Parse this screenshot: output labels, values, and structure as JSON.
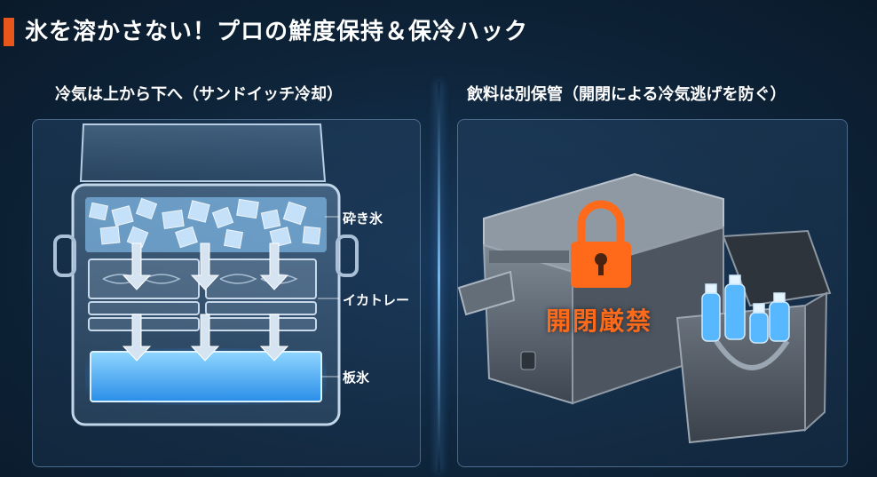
{
  "title": "氷を溶かさない！プロの鮮度保持＆保冷ハック",
  "left_panel": {
    "heading": "冷気は上から下へ（サンドイッチ冷却）",
    "labels": {
      "crushed_ice": "砕き氷",
      "squid_tray": "イカトレー",
      "block_ice": "板氷"
    }
  },
  "right_panel": {
    "heading": "飲料は別保管（開閉による冷気逃げを防ぐ）",
    "lock_label": "開閉厳禁"
  },
  "colors": {
    "accent": "#e8561c",
    "lock": "#ff6a1a",
    "ice_glow": "#5ab8ff",
    "background": "#0d2136"
  }
}
